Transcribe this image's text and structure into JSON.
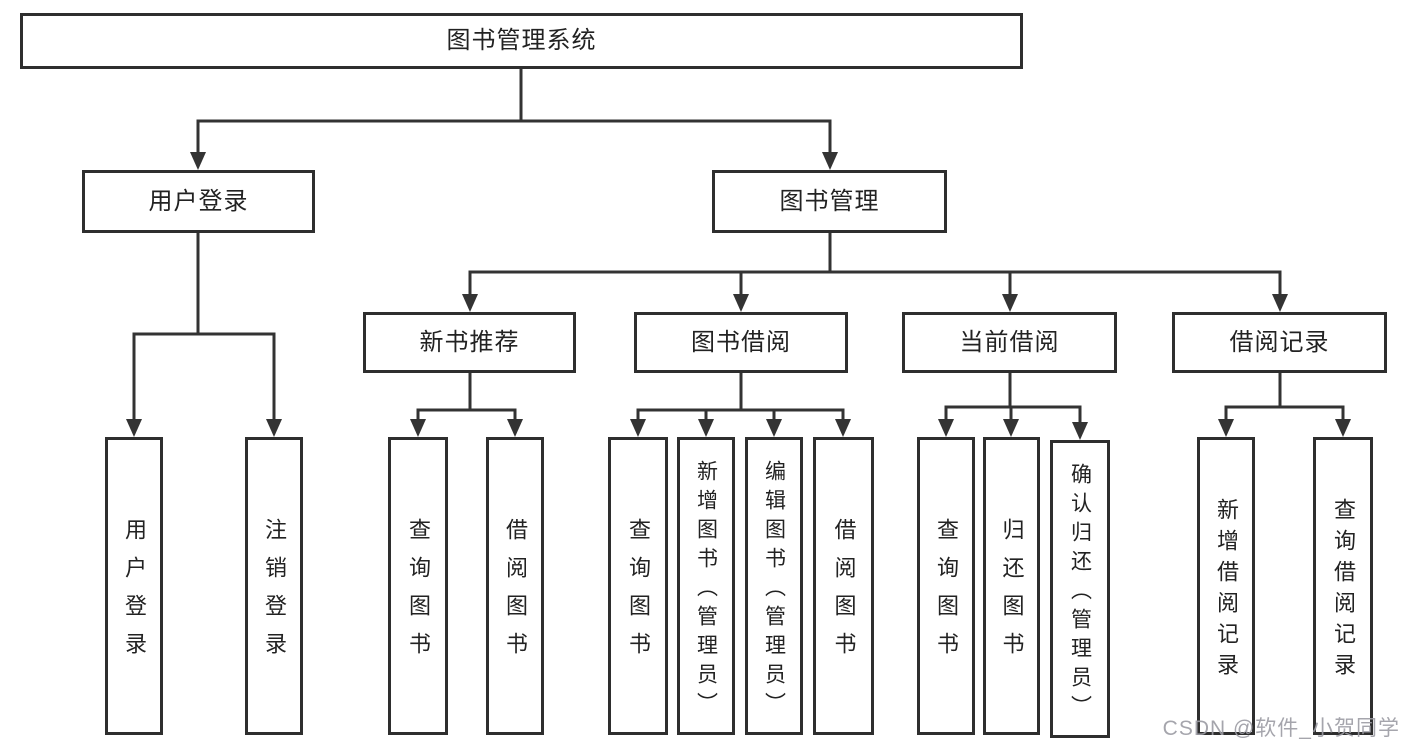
{
  "diagram": {
    "root_label": "图书管理系统",
    "level2": [
      {
        "label": "用户登录"
      },
      {
        "label": "图书管理"
      }
    ],
    "level3": [
      {
        "label": "新书推荐",
        "parent": "图书管理"
      },
      {
        "label": "图书借阅",
        "parent": "图书管理"
      },
      {
        "label": "当前借阅",
        "parent": "图书管理"
      },
      {
        "label": "借阅记录",
        "parent": "图书管理"
      }
    ],
    "leaves": [
      {
        "label": "用户登录",
        "parent": "用户登录"
      },
      {
        "label": "注销登录",
        "parent": "用户登录"
      },
      {
        "label": "查询图书",
        "parent": "新书推荐"
      },
      {
        "label": "借阅图书",
        "parent": "新书推荐"
      },
      {
        "label": "查询图书",
        "parent": "图书借阅"
      },
      {
        "label": "新增图书（管理员）",
        "parent": "图书借阅"
      },
      {
        "label": "编辑图书（管理员）",
        "parent": "图书借阅"
      },
      {
        "label": "借阅图书",
        "parent": "图书借阅"
      },
      {
        "label": "查询图书",
        "parent": "当前借阅"
      },
      {
        "label": "归还图书",
        "parent": "当前借阅"
      },
      {
        "label": "确认归还（管理员）",
        "parent": "当前借阅"
      },
      {
        "label": "新增借阅记录",
        "parent": "借阅记录"
      },
      {
        "label": "查询借阅记录",
        "parent": "借阅记录"
      }
    ]
  },
  "watermark": "CSDN @软件_小贺同学",
  "colors": {
    "line": "#333333",
    "box_border": "#2e2e2e",
    "text": "#222222",
    "watermark": "#9c9ca4",
    "background": "#ffffff"
  }
}
